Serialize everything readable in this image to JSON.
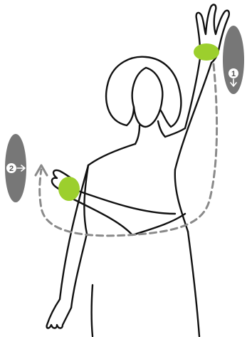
{
  "markers": [
    {
      "number": "1",
      "direction": "down"
    },
    {
      "number": "2",
      "direction": "right"
    }
  ],
  "colors": {
    "outline": "#111111",
    "wrist_band": "#9ccf2d",
    "paddle": "#777777",
    "path": "#8a8a8a",
    "marker_circle": "#ffffff",
    "marker_text": "#555555"
  }
}
